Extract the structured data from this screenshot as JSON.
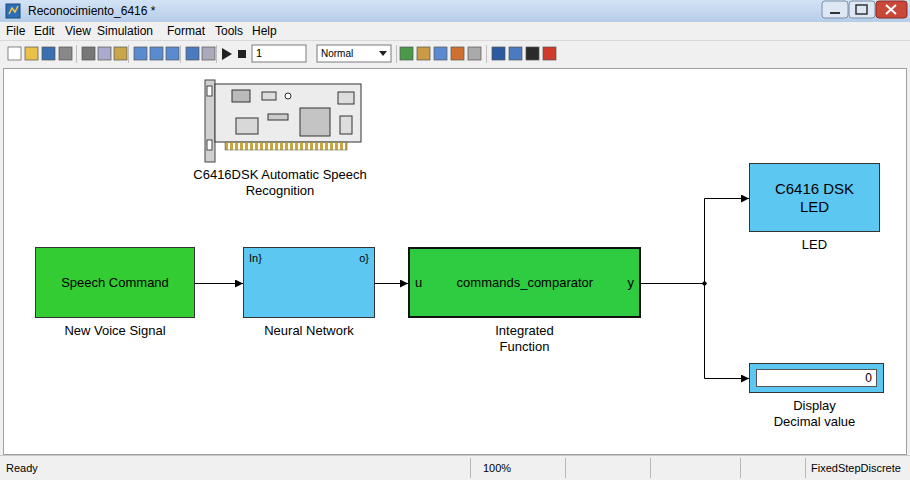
{
  "diagram": {
    "nodes": [
      {
        "text": [
          "C6416DSK Automatic Speech Recognition"
        ]
      },
      {
        "text": [
          "Speech Command",
          "New Voice Signal"
        ]
      },
      {
        "text": [
          "In}",
          "o}",
          "Neural Network"
        ]
      },
      {
        "text": [
          "u",
          "commands_comparator",
          "y",
          "Integrated Function"
        ]
      },
      {
        "text": [
          "C6416 DSK LED",
          "LED"
        ]
      },
      {
        "text": [
          "0",
          "Display Decimal value"
        ]
      }
    ],
    "edges": [
      {
        "from": 1,
        "to": 2,
        "arrow": "to"
      },
      {
        "from": 2,
        "to": 3,
        "arrow": "to"
      },
      {
        "from": 3,
        "to": 4,
        "arrow": "to"
      },
      {
        "from": 3,
        "to": 5,
        "arrow": "to"
      }
    ],
    "labels": [
      "Reconocimiento_6416 *",
      "File",
      "Edit",
      "View",
      "Simulation",
      "Format",
      "Tools",
      "Help",
      "1",
      "Normal",
      "Ready",
      "100%",
      "FixedStepDiscrete"
    ]
  }
}
